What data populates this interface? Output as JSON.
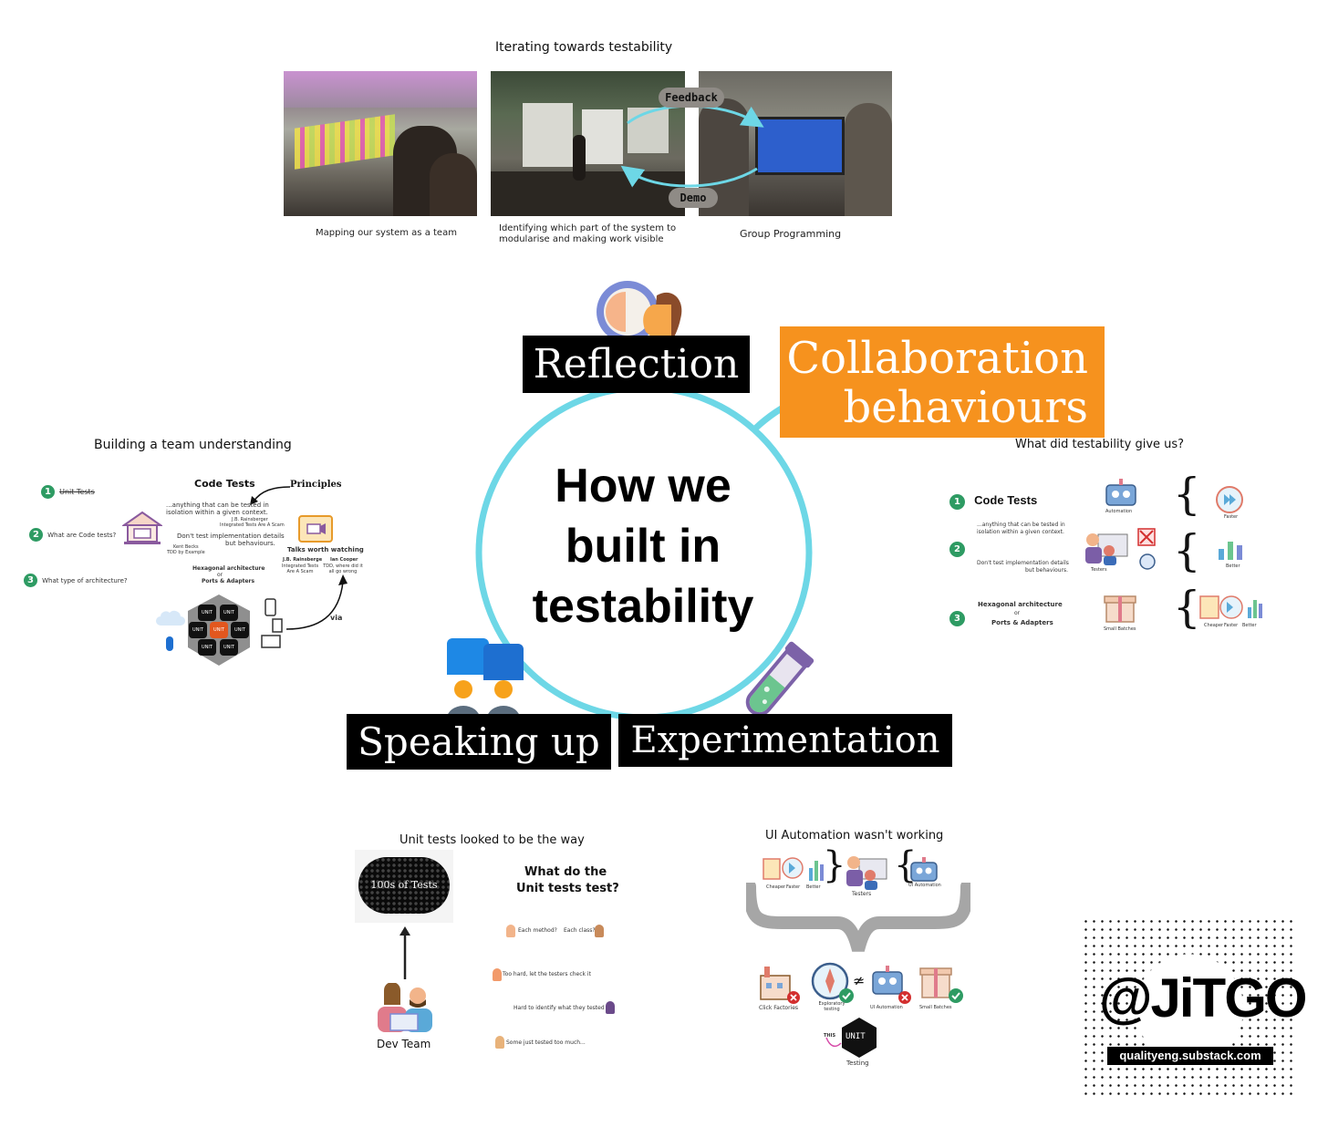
{
  "top": {
    "title": "Iterating towards testability",
    "captions": {
      "mapping": "Mapping our system as a team",
      "identifying": "Identifying which part of the system to modularise and making work visible",
      "group": "Group Programming"
    },
    "cycle": {
      "feedback": "Feedback",
      "demo": "Demo"
    }
  },
  "center": {
    "line1": "How we",
    "line2": "built in",
    "line3": "testability",
    "labels": {
      "reflection": "Reflection",
      "collab1": "Collaboration",
      "collab2": "behaviours",
      "speaking": "Speaking up",
      "experimentation": "Experimentation"
    }
  },
  "left": {
    "title": "Building a team understanding",
    "n1": "1",
    "n2": "2",
    "n3": "3",
    "unit_tests": "Unit Tests",
    "q_code_tests": "What are Code tests?",
    "q_architecture": "What type of architecture?",
    "code_tests": "Code Tests",
    "principles": "Principles",
    "quote1a": "...anything that can be tested in",
    "quote1b": "isolation within a given context.",
    "quote1_author": "J.B. Rainsberger",
    "quote1_source": "Integrated Tests Are A Scam",
    "quote2a": "Don't test implementation details",
    "quote2b": "but behaviours.",
    "quote2_author": "Kent Becks",
    "quote2_source": "TDD by Example",
    "hex_arch": "Hexagonal architecture",
    "or": "or",
    "ports": "Ports & Adapters",
    "talks": "Talks worth watching",
    "talk1_author": "J.B. Rainsberge",
    "talk1_title": "Integrated Tests Are A Scam",
    "talk2_author": "Ian Cooper",
    "talk2_title": "TDD, where did it all go wrong",
    "via": "via",
    "hex_unit": "UNIT"
  },
  "right": {
    "title": "What did testability give us?",
    "n1": "1",
    "n2": "2",
    "n3": "3",
    "code_tests": "Code Tests",
    "quote1a": "...anything that can be tested in",
    "quote1b": "isolation within a given context.",
    "quote2a": "Don't test implementation details",
    "quote2b": "but behaviours.",
    "hex_arch": "Hexagonal architecture",
    "or": "or",
    "ports": "Ports & Adapters",
    "automation": "Automation",
    "testers": "Testers",
    "small_batches": "Small Batches",
    "faster": "Faster",
    "better": "Better",
    "cheaper": "Cheaper"
  },
  "bottom_left": {
    "title": "Unit tests looked to be the way",
    "cloud": "100s of Tests",
    "question1": "What do the",
    "question2": "Unit tests test?",
    "dev_team": "Dev Team",
    "a1": "Each method?",
    "a2": "Each class?",
    "a3": "Too hard, let the testers check it",
    "a4": "Hard to identify what they tested",
    "a5": "Some just tested too much..."
  },
  "bottom_right": {
    "title": "UI Automation wasn't working",
    "cheaper": "Cheaper",
    "faster": "Faster",
    "better": "Better",
    "testers": "Testers",
    "ui_automation": "UI Automation",
    "click_factories": "Click Factories",
    "exploratory": "Exploratory testing",
    "small_batches": "Small Batches",
    "this": "THIS",
    "unit": "UNIT",
    "testing": "Testing"
  },
  "brand": {
    "handle": "@JiTGO",
    "url": "qualityeng.substack.com"
  },
  "colors": {
    "ring": "#6dd7e6",
    "collab_bg": "#f6921e",
    "label_bg": "#000000",
    "badge_green": "#2e9b63",
    "speak_blue": "#1e88e5",
    "speak_orange": "#f7a21b"
  }
}
